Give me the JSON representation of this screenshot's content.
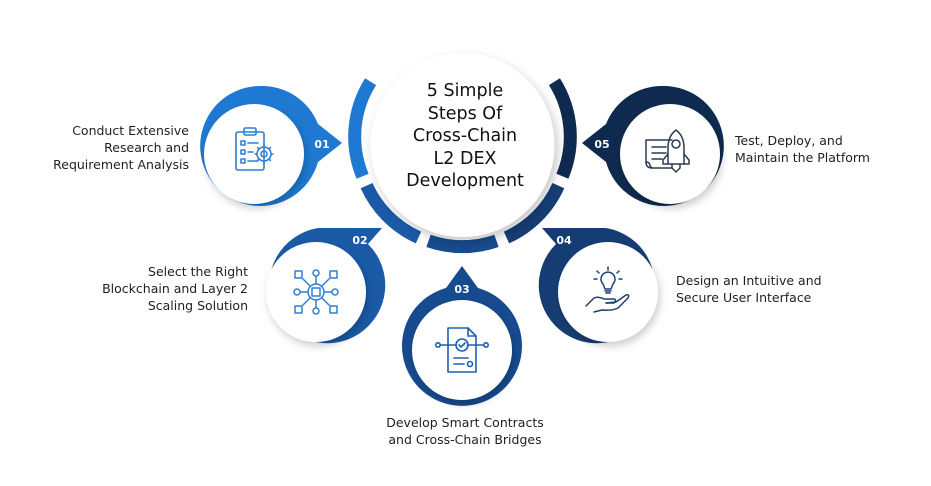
{
  "title": {
    "lines": [
      "5 Simple",
      "Steps Of",
      "Cross-Chain",
      "L2 DEX",
      "Development"
    ]
  },
  "colors": {
    "light_blue": "#1f78d1",
    "mid_blue": "#1a5aa6",
    "dark_blue": "#163d73",
    "navy": "#0f2a4f",
    "icon_light": "#2f7fd6",
    "icon_dark": "#2a3b55",
    "text": "#1f1f1f"
  },
  "steps": [
    {
      "number": "01",
      "icon": "clipboard-checklist-gear-icon",
      "lines": [
        "Conduct Extensive",
        "Research and",
        "Requirement Analysis"
      ]
    },
    {
      "number": "02",
      "icon": "blockchain-network-icon",
      "lines": [
        "Select the Right",
        "Blockchain and Layer 2",
        "Scaling Solution"
      ]
    },
    {
      "number": "03",
      "icon": "smart-contract-document-icon",
      "lines": [
        "Develop Smart Contracts",
        "and Cross-Chain Bridges"
      ]
    },
    {
      "number": "04",
      "icon": "lightbulb-hand-icon",
      "lines": [
        "Design an Intuitive and",
        "Secure User Interface"
      ]
    },
    {
      "number": "05",
      "icon": "rocket-document-icon",
      "lines": [
        "Test, Deploy, and",
        "Maintain the Platform"
      ]
    }
  ]
}
